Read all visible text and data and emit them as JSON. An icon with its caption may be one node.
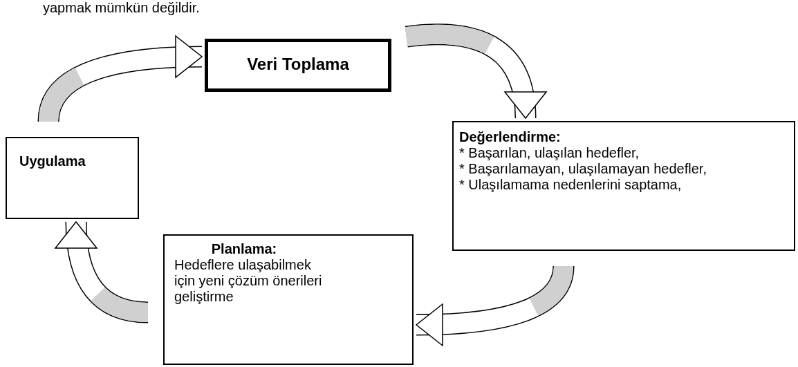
{
  "diagram": {
    "nodes": [
      {
        "text": [
          "Veri Toplama"
        ]
      },
      {
        "text": [
          "Değerlendirme:",
          "* Başarılan, ulaşılan hedefler,",
          "* Başarılamayan, ulaşılamayan hedefler,",
          "* Ulaşılamama nedenlerini saptama,"
        ]
      },
      {
        "text": [
          "Uygulama"
        ]
      },
      {
        "text": [
          "Planlama:",
          "Hedeflere ulaşabilmek için yeni çözüm önerileri geliştirme"
        ]
      }
    ],
    "edges": [
      {
        "from": 0,
        "to": 1,
        "arrow": "to"
      },
      {
        "from": 1,
        "to": 3,
        "arrow": "to"
      },
      {
        "from": 3,
        "to": 2,
        "arrow": "to"
      },
      {
        "from": 2,
        "to": 0,
        "arrow": "to"
      }
    ],
    "labels": [
      "yapmak mümkün değildir."
    ]
  }
}
